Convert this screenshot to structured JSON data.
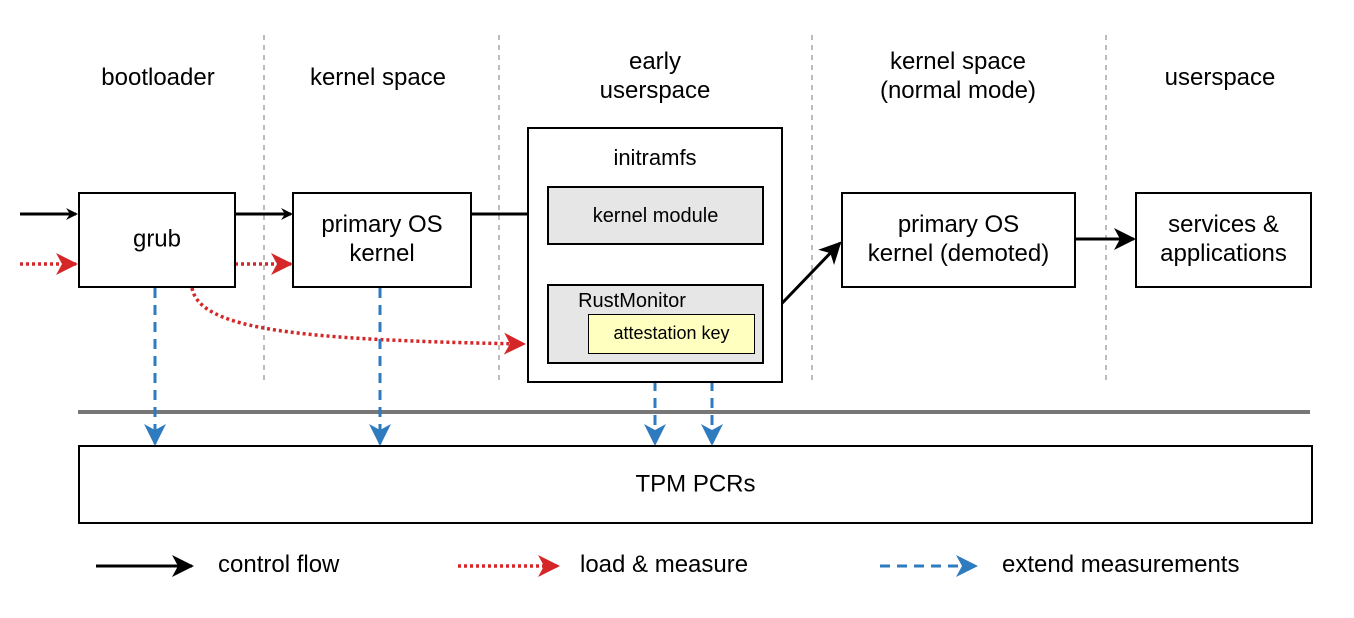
{
  "stages": [
    {
      "id": "bootloader",
      "label": "bootloader"
    },
    {
      "id": "kernel-space",
      "label": "kernel space"
    },
    {
      "id": "early-userspace",
      "label": "early\nuserspace"
    },
    {
      "id": "kernel-space-normal",
      "label": "kernel space\n(normal mode)"
    },
    {
      "id": "userspace",
      "label": "userspace"
    }
  ],
  "boxes": {
    "grub": "grub",
    "primary_kernel": "primary OS\nkernel",
    "initramfs": "initramfs",
    "kernel_module": "kernel module",
    "rust_monitor": "RustMonitor",
    "attestation_key": "attestation key",
    "demoted_kernel": "primary OS\nkernel (demoted)",
    "services": "services &\napplications",
    "tpm": "TPM PCRs"
  },
  "legend": {
    "control_flow": "control flow",
    "load_measure": "load & measure",
    "extend": "extend measurements"
  },
  "colors": {
    "control_flow": "#000000",
    "load_measure": "#d62728",
    "extend": "#2e7bbf",
    "divider": "#a6a6a6",
    "separator": "#777777",
    "module_fill": "#e6e6e6",
    "key_fill": "#ffffc0"
  }
}
